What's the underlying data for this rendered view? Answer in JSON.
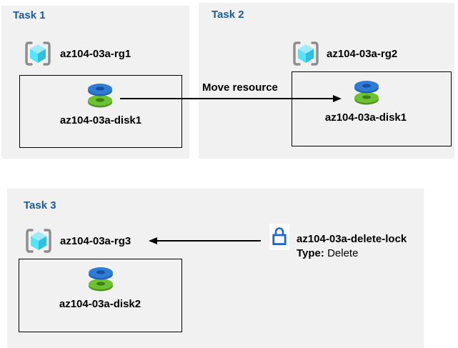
{
  "colors": {
    "panel_bg": "#f1f1f1",
    "task_title": "#1a5b9e",
    "text": "#000000",
    "arrow": "#000000",
    "lock_blue": "#2065c8",
    "rg_bracket_gray": "#8d8d8d",
    "rg_cube_top": "#9cebff",
    "rg_cube_left": "#50e6ff",
    "rg_cube_right": "#32bedd",
    "disk_blue": "#2e7cd6",
    "disk_blue_rim": "#1f62b8",
    "disk_blue_hole": "#174f9e",
    "disk_green": "#6cc32f",
    "disk_green_rim": "#4e9424",
    "disk_green_hole": "#3c7d18"
  },
  "tasks": {
    "task1": {
      "title": "Task 1",
      "resource_group": "az104-03a-rg1",
      "disk": "az104-03a-disk1"
    },
    "task2": {
      "title": "Task 2",
      "resource_group": "az104-03a-rg2",
      "disk": "az104-03a-disk1"
    },
    "task3": {
      "title": "Task 3",
      "resource_group": "az104-03a-rg3",
      "disk": "az104-03a-disk2"
    }
  },
  "arrows": {
    "move_label": "Move resource"
  },
  "lock": {
    "name": "az104-03a-delete-lock",
    "type_label": "Type:",
    "type_value": "Delete"
  },
  "icons": {
    "resource_group": "resource-group-icon",
    "disk": "managed-disk-icon",
    "lock": "delete-lock-icon"
  }
}
